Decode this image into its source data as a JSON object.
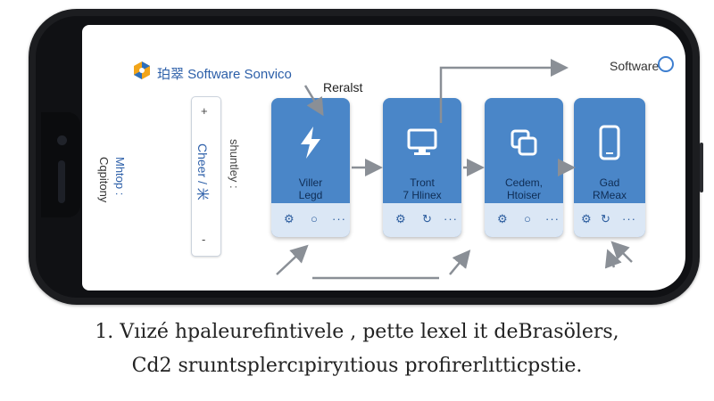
{
  "header": {
    "title": "珀翠 Software Sonvico",
    "right_label": "Software",
    "callout": "Reralst"
  },
  "sidebar": {
    "text_1": "Mhtop :",
    "text_2": "Cqpitony",
    "panel_text_1": "Cheer / 米",
    "panel_text_2": "shuntley :",
    "plus": "+",
    "minus": "-"
  },
  "cards": [
    {
      "title_1": "Viller",
      "title_2": "Legd",
      "icon": "lightning-icon",
      "footer_icons": [
        "gear-icon",
        "circle-icon",
        "dots-icon"
      ]
    },
    {
      "title_1": "Tront",
      "title_2": "7 Hlinex",
      "icon": "monitor-icon",
      "footer_icons": [
        "gear-icon",
        "refresh-icon",
        "dots-icon"
      ]
    },
    {
      "title_1": "Cedem,",
      "title_2": "Htoiser",
      "icon": "copy-icon",
      "footer_icons": [
        "gear-icon",
        "circle-icon",
        "dots-icon"
      ]
    },
    {
      "title_1": "Gad",
      "title_2": "RMeax",
      "icon": "phone-icon",
      "footer_icons": [
        "gear-icon",
        "refresh-icon",
        "dots-icon"
      ]
    }
  ],
  "caption": {
    "line_1": "1. Vıizé hpaleurefintivele  , pette lexel it deBrasölers,",
    "line_2": "Cd2 sruıntsplercıpiryıtious profirerlıtticpstie."
  },
  "colors": {
    "card": "#4a86c8",
    "card_footer": "#dbe7f5",
    "accent": "#3d7ecf",
    "phone_frame": "#1c1d20"
  }
}
